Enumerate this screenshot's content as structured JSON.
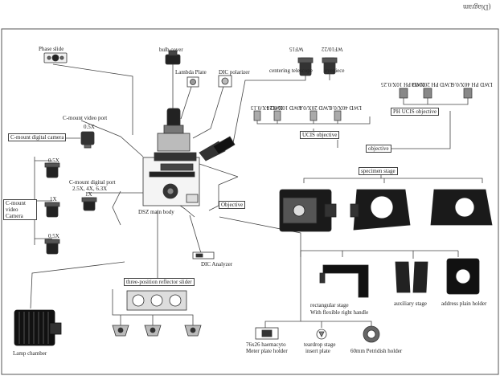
{
  "caption": "(Diagram",
  "labels": {
    "phase_slide": "Phase slide",
    "bulb_cover": "bulb cover",
    "lambda_plate": "Lambda Plate",
    "dic_polarizer": "DIC polarizer",
    "centering_telescope": "centering telescope",
    "eyepiece": "eyepiece",
    "eyepiece_left_model": "WF15",
    "eyepiece_right_model": "WF10/22",
    "c_mount_video_port": "C-mount video port",
    "port_value": "0.5X",
    "c_mount_digital_camera": "C-mount digital camera",
    "c_mount_digital_port": "C-mount digital port",
    "c_mount_digital_port_values": "2.5X, 4X, 6.3X",
    "c_mount_video_camera": "C-mount video Camera",
    "adapter_top": "0.5X",
    "adapter_mid": "1X",
    "adapter_bottom": "0.5X",
    "adapter_right": "1X",
    "ph_ucis_objective": "PH UCIS objective",
    "ph_obj_1": "LWD PH 10X/0.25",
    "ph_obj_2": "LWD PH 20X/0.4",
    "ph_obj_3": "LWD PH 40X/0.6",
    "ucis_objective": "UCIS objective",
    "ucis_obj_1": "LWD 4X/0.13",
    "ucis_obj_2": "LWD 10X/0.25",
    "ucis_obj_3": "LWD 20X/0.4",
    "ucis_obj_4": "LWD 40X/0.6",
    "objective_right": "objective",
    "specimen_stage": "specimen stage",
    "dsz_main_body": "DSZ main body",
    "objective": "Objective",
    "dic_analyzer": "DIC Analyzer",
    "reflector_slider": "three-position reflector slider",
    "rectangular_stage": "rectangular stage",
    "right_handle": "With flexible right handle",
    "auxiliary_stage": "auxiliary stage",
    "address_plate": "address plain holder",
    "haemacyto_1": "76x26 haemacyto",
    "haemacyto_2": "Meter plate holder",
    "teardrop_1": "teardrop stage",
    "teardrop_2": "insert plate",
    "petridish": "60mm Petridish holder",
    "lamp_chamber": "Lamp chamber"
  },
  "colors": {
    "line": "#444444",
    "frame": "#555555",
    "dark": "#1a1a1a"
  }
}
